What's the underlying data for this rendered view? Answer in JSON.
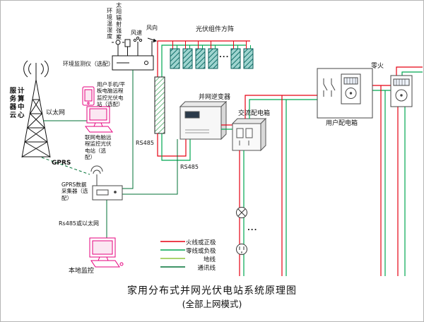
{
  "title": {
    "line1": "家用分布式并网光伏电站系统原理图",
    "line2": "(全部上网模式)"
  },
  "server_center": {
    "col1": "服务器云",
    "col2": "计算中心"
  },
  "labels": {
    "ethernet": "以太网",
    "gprs": "GPRS",
    "solar_radiation": "太阳辐射强度",
    "temp_humidity": "环境温湿度",
    "wind_speed": "风速",
    "wind_direction": "风向",
    "env_monitor": "环境监测仪（选配）",
    "pv_array": "光伏组件方阵",
    "pv_ellipsis": "...",
    "inverter": "并网逆变器",
    "ac_box": "交流配电箱",
    "user_box": "用户配电箱",
    "neutral_live": "零火",
    "rs485_top": "RS485",
    "rs485_mid": "RS485",
    "phone_monitor": "用户手机/平板电脑远程监控光伏电站（选配）",
    "pc_monitor": "联网电脑远程监控光伏电站（选配）",
    "gprs_collector": "GPRS数据采集器（选配）",
    "rs485_or_ethernet": "Rs485或以太网",
    "local_monitor": "本地监控",
    "loads_ellipsis": "..."
  },
  "legend": {
    "items": [
      {
        "label": "火线或正极",
        "color": "#e60012"
      },
      {
        "label": "零线或负极",
        "color": "#00a651"
      },
      {
        "label": "地线",
        "color": "#8dc63f"
      },
      {
        "label": "通讯线",
        "color": "#007236"
      }
    ]
  },
  "colors": {
    "live_wire": "#e60012",
    "neutral_wire": "#00a651",
    "ground_wire": "#8dc63f",
    "comm_wire": "#007236",
    "device_outline": "#e6007e",
    "pv_panel": "#0e6e68"
  }
}
